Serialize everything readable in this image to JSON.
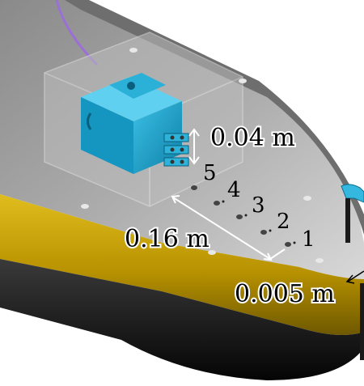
{
  "dimensions": {
    "block_height": "0.04 m",
    "sensor_span": "0.16 m",
    "edge_offset": "0.005 m"
  },
  "sensor_numbers": [
    "1",
    "2",
    "3",
    "4",
    "5"
  ],
  "colors": {
    "hull_deck": "#a9a9a9",
    "hull_band": "#c9a200",
    "hull_dark": "#1a1a1a",
    "block": "#1aa0c8",
    "transparent_box": "#c8c8c8",
    "annotation": "#ffffff"
  }
}
